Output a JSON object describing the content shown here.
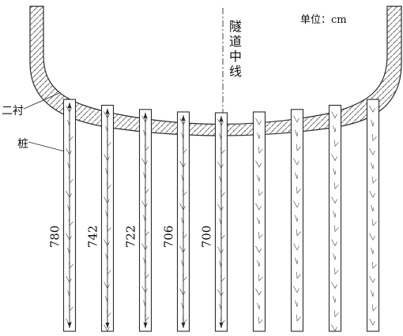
{
  "unit_label": "单位：cm",
  "labels": {
    "lining": "二衬",
    "pile": "桩",
    "tunnel_centerline": "隧道中线"
  },
  "piles": [
    {
      "id": "pile-1",
      "length_label": "780",
      "dimensioned": true
    },
    {
      "id": "pile-2",
      "length_label": "742",
      "dimensioned": true
    },
    {
      "id": "pile-3",
      "length_label": "722",
      "dimensioned": true
    },
    {
      "id": "pile-4",
      "length_label": "706",
      "dimensioned": true
    },
    {
      "id": "pile-5",
      "length_label": "700",
      "dimensioned": true
    },
    {
      "id": "pile-6",
      "length_label": "",
      "dimensioned": false
    },
    {
      "id": "pile-7",
      "length_label": "",
      "dimensioned": false
    },
    {
      "id": "pile-8",
      "length_label": "",
      "dimensioned": false
    },
    {
      "id": "pile-9",
      "length_label": "",
      "dimensioned": false
    }
  ],
  "colors": {
    "line": "#2a2a2a",
    "hatch": "#555555",
    "background": "#ffffff"
  }
}
